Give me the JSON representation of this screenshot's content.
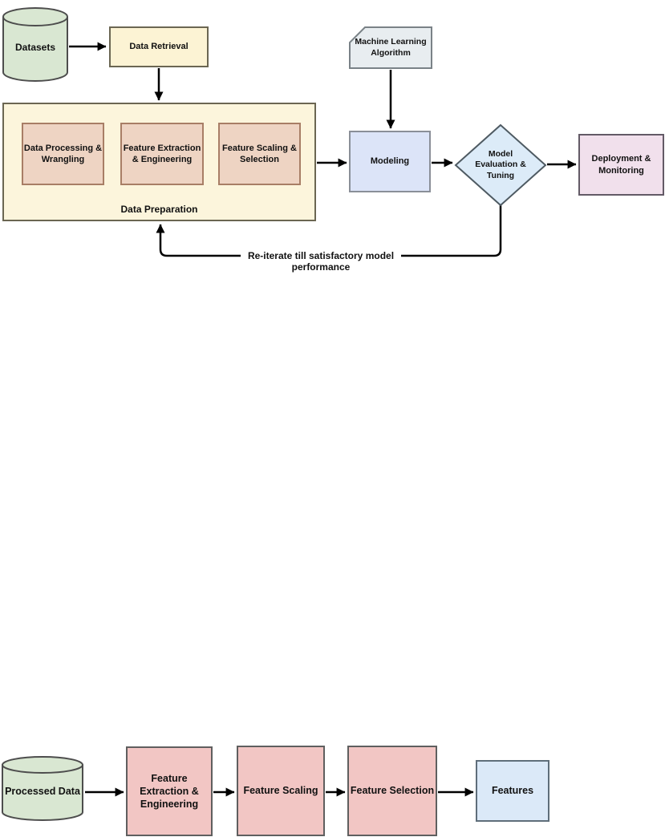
{
  "top": {
    "datasets": "Datasets",
    "data_retrieval": "Data Retrieval",
    "ml_algorithm": "Machine Learning Algorithm",
    "data_preparation": {
      "title": "Data Preparation",
      "steps": [
        "Data Processing & Wrangling",
        "Feature Extraction & Engineering",
        "Feature Scaling & Selection"
      ]
    },
    "modeling": "Modeling",
    "evaluation": "Model Evaluation & Tuning",
    "deployment": "Deployment & Monitoring",
    "feedback": "Re-iterate till satisfactory model performance"
  },
  "bottom": {
    "processed_data": "Processed Data",
    "feature_extraction": "Feature Extraction & Engineering",
    "feature_scaling": "Feature Scaling",
    "feature_selection": "Feature Selection",
    "features": "Features"
  },
  "colors": {
    "cylinder_fill": "#d9e7d2",
    "cylinder_stroke": "#4d4d4d",
    "cream_fill": "#fcf3d4",
    "cream_stroke": "#6b6652",
    "prep_fill": "#fcf5dc",
    "salmon_fill": "#eed4c3",
    "salmon_stroke": "#a87e66",
    "grayblue_fill": "#e8edf0",
    "grayblue_stroke": "#7a8287",
    "blue_fill": "#dce4f8",
    "blue_stroke": "#8a8f98",
    "diamond_fill": "#dcebf8",
    "diamond_stroke": "#4e5a62",
    "pink_fill": "#f1e0ec",
    "pink_stroke": "#635a66",
    "rose_fill": "#f2c6c4",
    "rose_stroke": "#5f5f5f",
    "features_fill": "#dbe9f8",
    "features_stroke": "#5f6e7a",
    "arrow": "#000000"
  }
}
